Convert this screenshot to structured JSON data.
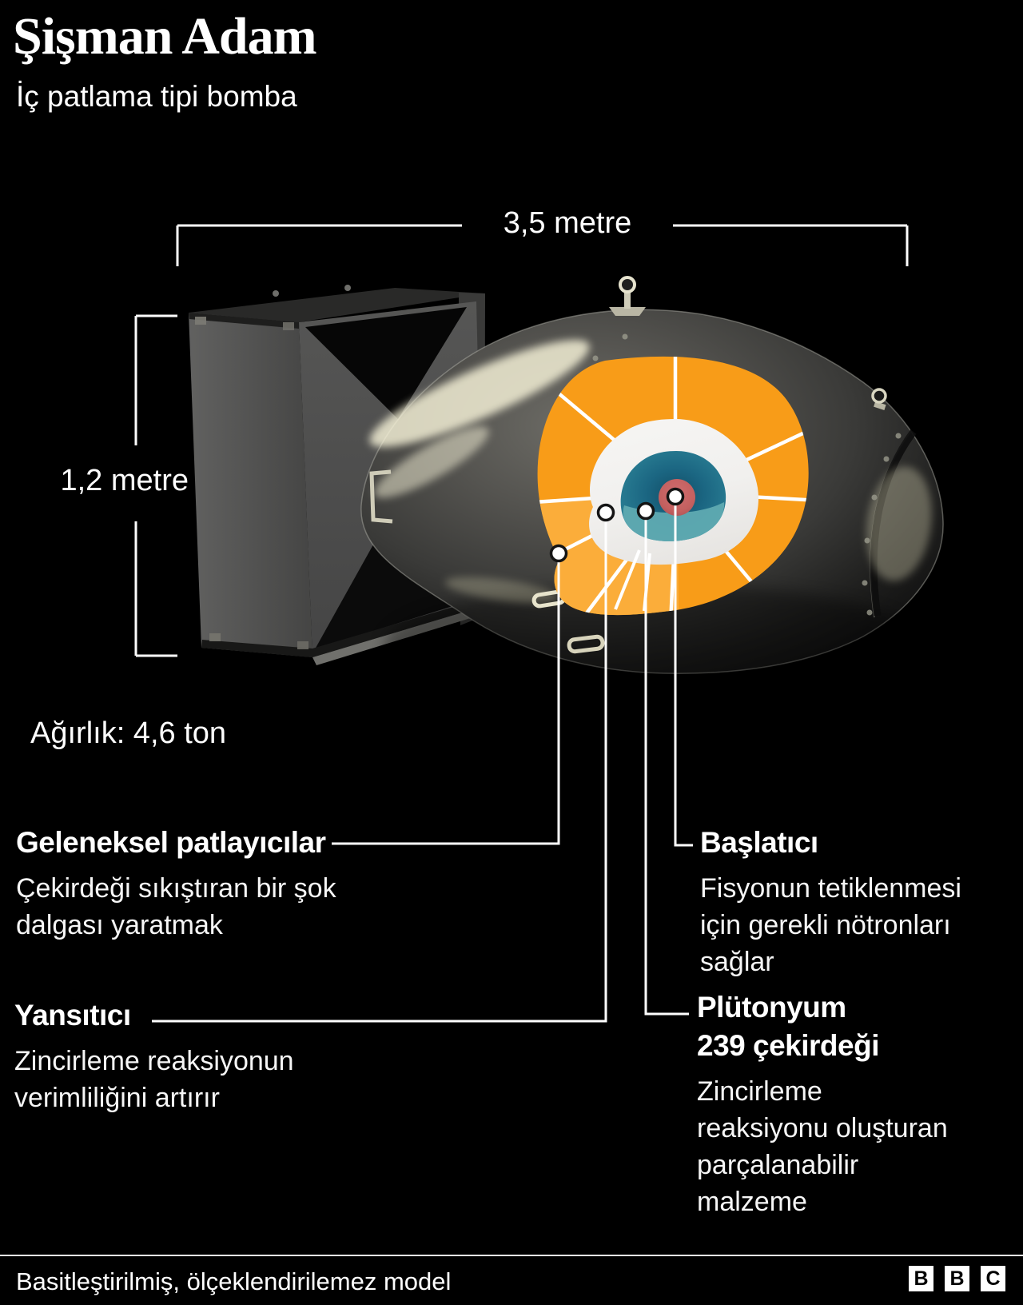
{
  "header": {
    "title": "Şişman Adam",
    "subtitle": "İç patlama tipi bomba"
  },
  "dimensions": {
    "width_label": "3,5 metre",
    "height_label": "1,2 metre",
    "weight_label": "Ağırlık: 4,6 ton"
  },
  "callouts": {
    "explosives": {
      "title": "Geleneksel patlayıcılar",
      "lines": [
        "Çekirdeği sıkıştıran bir şok",
        "dalgası yaratmak"
      ]
    },
    "initiator": {
      "title": "Başlatıcı",
      "lines": [
        "Fisyonun tetiklenmesi",
        "için gerekli nötronları",
        "sağlar"
      ]
    },
    "reflector": {
      "title": "Yansıtıcı",
      "lines": [
        "Zincirleme reaksiyonun",
        "verimliliğini artırır"
      ]
    },
    "core": {
      "title_lines": [
        "Plütonyum",
        "239 çekirdeği"
      ],
      "lines": [
        "Zincirleme",
        "reaksiyonu oluşturan",
        "parçalanabilir",
        "malzeme"
      ]
    }
  },
  "footer": {
    "note": "Basitleştirilmiş, ölçeklendirilemez model",
    "logo_letters": [
      "B",
      "B",
      "C"
    ]
  },
  "colors": {
    "background": "#000000",
    "text": "#ffffff",
    "orange": "#F89C18",
    "orange_light": "#FBAE3C",
    "reflector_white": "#F4F3F1",
    "teal": "#2A7F99",
    "teal_dark": "#124E66",
    "teal_light": "#5FAAB1",
    "core_red": "#C4605F",
    "bomb_gray": "#4A4A48",
    "divider": "#E9E9E9",
    "logo_bg": "#FFFFFF",
    "logo_text": "#000000"
  }
}
